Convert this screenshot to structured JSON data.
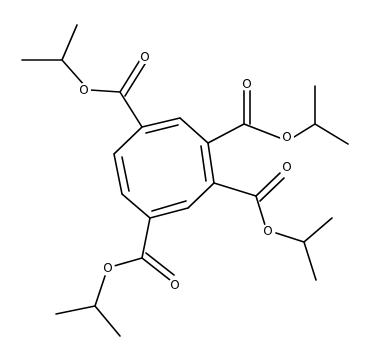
{
  "molecule": {
    "atoms": {
      "o_carbonyl_1": "O",
      "o_ester_1": "O",
      "o_carbonyl_2": "O",
      "o_ester_2": "O",
      "o_carbonyl_3": "O",
      "o_ester_3": "O",
      "o_carbonyl_4": "O",
      "o_ester_4": "O"
    }
  }
}
